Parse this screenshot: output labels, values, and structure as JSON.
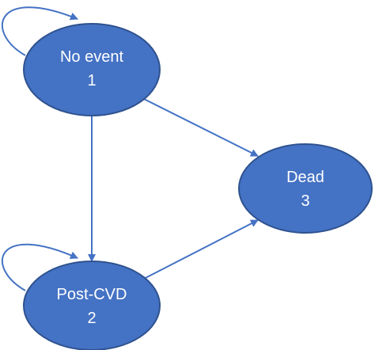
{
  "colors": {
    "node_fill": "#4472c4",
    "node_stroke": "#2f528f",
    "edge": "#4472c4",
    "text": "#ffffff",
    "background": "#ffffff"
  },
  "states": [
    {
      "id": "no-event",
      "label": "No event",
      "number": "1"
    },
    {
      "id": "post-cvd",
      "label": "Post-CVD",
      "number": "2"
    },
    {
      "id": "dead",
      "label": "Dead",
      "number": "3"
    }
  ],
  "transitions": [
    {
      "from": "No event",
      "to": "No event"
    },
    {
      "from": "No event",
      "to": "Post-CVD"
    },
    {
      "from": "No event",
      "to": "Dead"
    },
    {
      "from": "Post-CVD",
      "to": "Post-CVD"
    },
    {
      "from": "Post-CVD",
      "to": "Dead"
    }
  ]
}
